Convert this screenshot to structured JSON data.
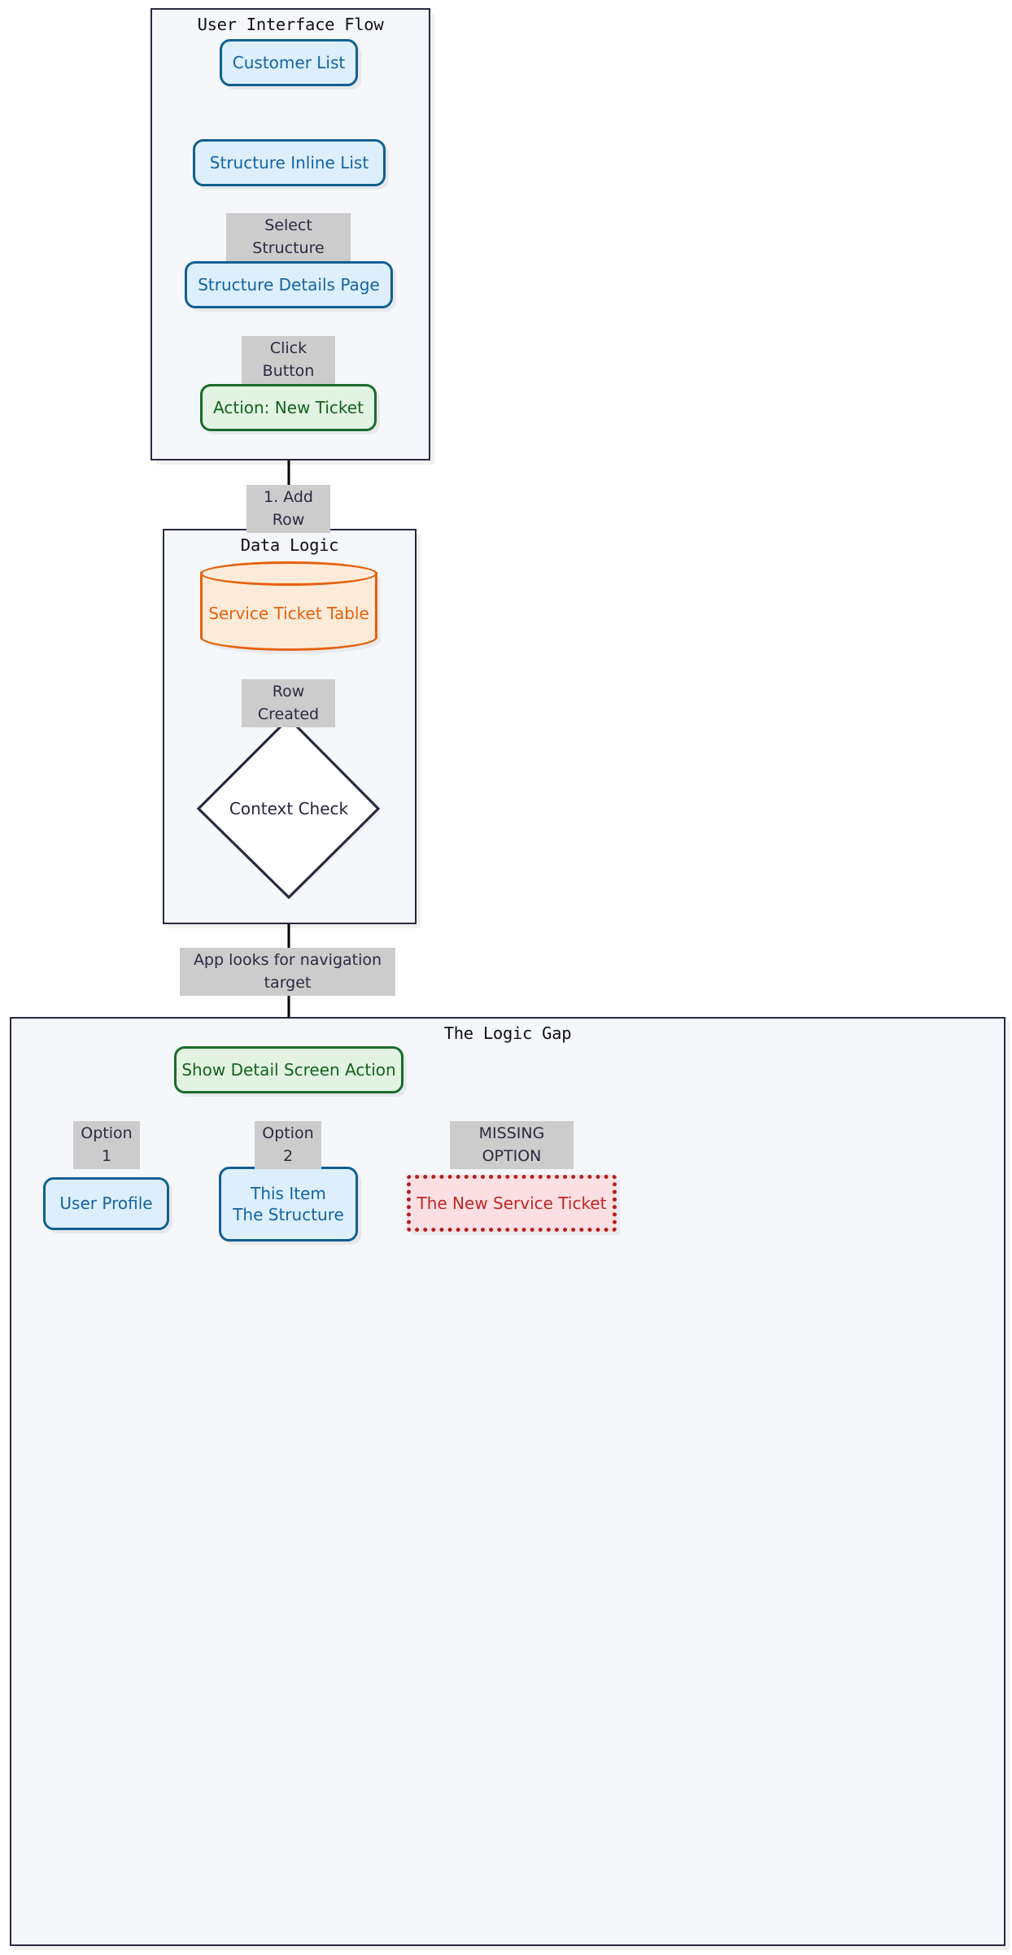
{
  "diagram": {
    "type": "flowchart",
    "direction": "top-down",
    "subgraphs": [
      {
        "id": "ui",
        "title": "User Interface Flow"
      },
      {
        "id": "data",
        "title": "Data Logic"
      },
      {
        "id": "gap",
        "title": "The Logic Gap"
      }
    ],
    "nodes": [
      {
        "id": "customer_list",
        "label": "Customer List",
        "shape": "rounded",
        "style": "blue",
        "group": "ui"
      },
      {
        "id": "structure_inline",
        "label": "Structure Inline List",
        "shape": "rounded",
        "style": "blue",
        "group": "ui"
      },
      {
        "id": "structure_detail",
        "label": "Structure Details Page",
        "shape": "rounded",
        "style": "blue",
        "group": "ui"
      },
      {
        "id": "action_new",
        "label": "Action: New Ticket",
        "shape": "rounded",
        "style": "green",
        "group": "ui"
      },
      {
        "id": "ticket_table",
        "label": "Service Ticket Table",
        "shape": "cylinder",
        "style": "orange",
        "group": "data"
      },
      {
        "id": "context_check",
        "label": "Context Check",
        "shape": "diamond",
        "style": "plain",
        "group": "data"
      },
      {
        "id": "show_detail",
        "label": "Show Detail Screen Action",
        "shape": "rounded",
        "style": "green",
        "group": "gap"
      },
      {
        "id": "user_profile",
        "label": "User Profile",
        "shape": "rounded",
        "style": "blue",
        "group": "gap"
      },
      {
        "id": "this_item",
        "label": "This Item\nThe Structure",
        "shape": "rounded",
        "style": "blue",
        "group": "gap"
      },
      {
        "id": "new_ticket",
        "label": "The New Service Ticket",
        "shape": "dotted-rect",
        "style": "red",
        "group": "gap"
      }
    ],
    "edges": [
      {
        "from": "customer_list",
        "to": "structure_inline",
        "label": "",
        "style": "solid"
      },
      {
        "from": "structure_inline",
        "to": "structure_detail",
        "label": "Select Structure",
        "style": "solid"
      },
      {
        "from": "structure_detail",
        "to": "action_new",
        "label": "Click Button",
        "style": "solid"
      },
      {
        "from": "action_new",
        "to": "ticket_table",
        "label": "1. Add Row",
        "style": "solid"
      },
      {
        "from": "ticket_table",
        "to": "context_check",
        "label": "Row Created",
        "style": "dotted"
      },
      {
        "from": "context_check",
        "to": "show_detail",
        "label": "App looks for navigation\ntarget",
        "style": "solid"
      },
      {
        "from": "show_detail",
        "to": "user_profile",
        "label": "Option 1",
        "style": "solid"
      },
      {
        "from": "show_detail",
        "to": "this_item",
        "label": "Option 2",
        "style": "solid"
      },
      {
        "from": "show_detail",
        "to": "new_ticket",
        "label": "MISSING OPTION",
        "style": "dotted-red"
      }
    ],
    "colors": {
      "blue_fill": "#ddeffc",
      "blue_stroke": "#12608f",
      "blue_text": "#1463a4",
      "green_fill": "#e2f3e2",
      "green_stroke": "#1a6b2b",
      "green_text": "#14621e",
      "orange_fill": "#fdebd9",
      "orange_stroke": "#e4610c",
      "orange_text": "#e4610c",
      "red_fill": "#fbdfe2",
      "red_stroke": "#b41f1f",
      "red_text": "#c02626",
      "subgraph_fill": "#f6f7fa",
      "subgraph_stroke": "#2a2a40",
      "edge_stroke": "#000000",
      "edge_label_bg": "#cccccc",
      "edge_label_text": "#2a2a40"
    }
  }
}
